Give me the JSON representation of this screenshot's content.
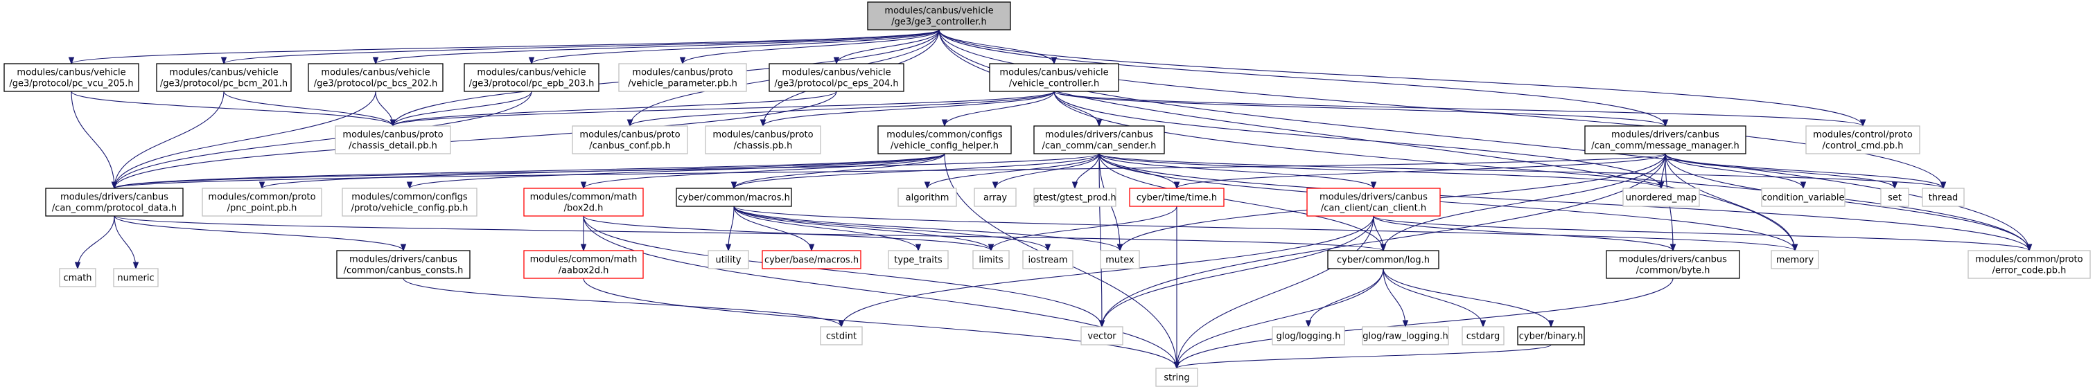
{
  "colors": {
    "edge": "#191970",
    "main_fill": "#bfbfbf",
    "documented_border": "#000000",
    "external_border": "#bfbfbf",
    "truncated_border": "#ff0000",
    "background": "#ffffff"
  },
  "nodes": [
    {
      "id": "ge3_controller",
      "type": "main",
      "lines": [
        "modules/canbus/vehicle",
        "/ge3/ge3_controller.h"
      ]
    },
    {
      "id": "pc_vcu_205",
      "type": "doc",
      "lines": [
        "modules/canbus/vehicle",
        "/ge3/protocol/pc_vcu_205.h"
      ]
    },
    {
      "id": "pc_bcm_201",
      "type": "doc",
      "lines": [
        "modules/canbus/vehicle",
        "/ge3/protocol/pc_bcm_201.h"
      ]
    },
    {
      "id": "pc_bcs_202",
      "type": "doc",
      "lines": [
        "modules/canbus/vehicle",
        "/ge3/protocol/pc_bcs_202.h"
      ]
    },
    {
      "id": "pc_epb_203",
      "type": "doc",
      "lines": [
        "modules/canbus/vehicle",
        "/ge3/protocol/pc_epb_203.h"
      ]
    },
    {
      "id": "vehicle_parameter",
      "type": "ext",
      "lines": [
        "modules/canbus/proto",
        "/vehicle_parameter.pb.h"
      ]
    },
    {
      "id": "pc_eps_204",
      "type": "doc",
      "lines": [
        "modules/canbus/vehicle",
        "/ge3/protocol/pc_eps_204.h"
      ]
    },
    {
      "id": "vehicle_controller",
      "type": "doc",
      "lines": [
        "modules/canbus/vehicle",
        "/vehicle_controller.h"
      ]
    },
    {
      "id": "control_cmd",
      "type": "ext",
      "lines": [
        "modules/control/proto",
        "/control_cmd.pb.h"
      ]
    },
    {
      "id": "chassis_detail",
      "type": "ext",
      "lines": [
        "modules/canbus/proto",
        "/chassis_detail.pb.h"
      ]
    },
    {
      "id": "canbus_conf",
      "type": "ext",
      "lines": [
        "modules/canbus/proto",
        "/canbus_conf.pb.h"
      ]
    },
    {
      "id": "chassis",
      "type": "ext",
      "lines": [
        "modules/canbus/proto",
        "/chassis.pb.h"
      ]
    },
    {
      "id": "vehicle_config_helper",
      "type": "doc",
      "lines": [
        "modules/common/configs",
        "/vehicle_config_helper.h"
      ]
    },
    {
      "id": "can_sender",
      "type": "doc",
      "lines": [
        "modules/drivers/canbus",
        "/can_comm/can_sender.h"
      ]
    },
    {
      "id": "message_manager",
      "type": "doc",
      "lines": [
        "modules/drivers/canbus",
        "/can_comm/message_manager.h"
      ]
    },
    {
      "id": "protocol_data",
      "type": "doc",
      "lines": [
        "modules/drivers/canbus",
        "/can_comm/protocol_data.h"
      ]
    },
    {
      "id": "pnc_point",
      "type": "ext",
      "lines": [
        "modules/common/proto",
        "/pnc_point.pb.h"
      ]
    },
    {
      "id": "vehicle_config",
      "type": "ext",
      "lines": [
        "modules/common/configs",
        "/proto/vehicle_config.pb.h"
      ]
    },
    {
      "id": "box2d",
      "type": "trunc",
      "lines": [
        "modules/common/math",
        "/box2d.h"
      ]
    },
    {
      "id": "cyber_macros",
      "type": "doc",
      "lines": [
        "cyber/common/macros.h"
      ]
    },
    {
      "id": "algorithm",
      "type": "ext",
      "lines": [
        "algorithm"
      ]
    },
    {
      "id": "array",
      "type": "ext",
      "lines": [
        "array"
      ]
    },
    {
      "id": "gtest_prod",
      "type": "ext",
      "lines": [
        "gtest/gtest_prod.h"
      ]
    },
    {
      "id": "cyber_time",
      "type": "trunc",
      "lines": [
        "cyber/time/time.h"
      ]
    },
    {
      "id": "can_client",
      "type": "trunc",
      "lines": [
        "modules/drivers/canbus",
        "/can_client/can_client.h"
      ]
    },
    {
      "id": "unordered_map",
      "type": "ext",
      "lines": [
        "unordered_map"
      ]
    },
    {
      "id": "condition_variable",
      "type": "ext",
      "lines": [
        "condition_variable"
      ]
    },
    {
      "id": "set",
      "type": "ext",
      "lines": [
        "set"
      ]
    },
    {
      "id": "thread",
      "type": "ext",
      "lines": [
        "thread"
      ]
    },
    {
      "id": "cmath",
      "type": "ext",
      "lines": [
        "cmath"
      ]
    },
    {
      "id": "numeric",
      "type": "ext",
      "lines": [
        "numeric"
      ]
    },
    {
      "id": "canbus_consts",
      "type": "doc",
      "lines": [
        "modules/drivers/canbus",
        "/common/canbus_consts.h"
      ]
    },
    {
      "id": "aabox2d",
      "type": "trunc",
      "lines": [
        "modules/common/math",
        "/aabox2d.h"
      ]
    },
    {
      "id": "utility",
      "type": "ext",
      "lines": [
        "utility"
      ]
    },
    {
      "id": "base_macros",
      "type": "trunc",
      "lines": [
        "cyber/base/macros.h"
      ]
    },
    {
      "id": "type_traits",
      "type": "ext",
      "lines": [
        "type_traits"
      ]
    },
    {
      "id": "limits",
      "type": "ext",
      "lines": [
        "limits"
      ]
    },
    {
      "id": "iostream",
      "type": "ext",
      "lines": [
        "iostream"
      ]
    },
    {
      "id": "mutex",
      "type": "ext",
      "lines": [
        "mutex"
      ]
    },
    {
      "id": "cyber_log",
      "type": "doc",
      "lines": [
        "cyber/common/log.h"
      ]
    },
    {
      "id": "byte",
      "type": "doc",
      "lines": [
        "modules/drivers/canbus",
        "/common/byte.h"
      ]
    },
    {
      "id": "memory",
      "type": "ext",
      "lines": [
        "memory"
      ]
    },
    {
      "id": "error_code",
      "type": "ext",
      "lines": [
        "modules/common/proto",
        "/error_code.pb.h"
      ]
    },
    {
      "id": "cstdint",
      "type": "ext",
      "lines": [
        "cstdint"
      ]
    },
    {
      "id": "vector",
      "type": "ext",
      "lines": [
        "vector"
      ]
    },
    {
      "id": "glog_logging",
      "type": "ext",
      "lines": [
        "glog/logging.h"
      ]
    },
    {
      "id": "glog_raw_logging",
      "type": "ext",
      "lines": [
        "glog/raw_logging.h"
      ]
    },
    {
      "id": "cstdarg",
      "type": "ext",
      "lines": [
        "cstdarg"
      ]
    },
    {
      "id": "cyber_binary",
      "type": "doc",
      "lines": [
        "cyber/binary.h"
      ]
    },
    {
      "id": "string",
      "type": "ext",
      "lines": [
        "string"
      ]
    }
  ],
  "edges": [
    [
      "ge3_controller",
      "pc_vcu_205"
    ],
    [
      "ge3_controller",
      "pc_bcm_201"
    ],
    [
      "ge3_controller",
      "pc_bcs_202"
    ],
    [
      "ge3_controller",
      "pc_epb_203"
    ],
    [
      "ge3_controller",
      "vehicle_parameter"
    ],
    [
      "ge3_controller",
      "pc_eps_204"
    ],
    [
      "ge3_controller",
      "vehicle_controller"
    ],
    [
      "ge3_controller",
      "control_cmd"
    ],
    [
      "ge3_controller",
      "chassis_detail"
    ],
    [
      "ge3_controller",
      "canbus_conf"
    ],
    [
      "ge3_controller",
      "chassis"
    ],
    [
      "ge3_controller",
      "message_manager"
    ],
    [
      "ge3_controller",
      "thread"
    ],
    [
      "ge3_controller",
      "memory"
    ],
    [
      "ge3_controller",
      "error_code"
    ],
    [
      "pc_vcu_205",
      "chassis_detail"
    ],
    [
      "pc_vcu_205",
      "protocol_data"
    ],
    [
      "pc_bcm_201",
      "chassis_detail"
    ],
    [
      "pc_bcm_201",
      "protocol_data"
    ],
    [
      "pc_bcs_202",
      "chassis_detail"
    ],
    [
      "pc_bcs_202",
      "protocol_data"
    ],
    [
      "pc_epb_203",
      "chassis_detail"
    ],
    [
      "pc_epb_203",
      "protocol_data"
    ],
    [
      "pc_eps_204",
      "chassis_detail"
    ],
    [
      "pc_eps_204",
      "protocol_data"
    ],
    [
      "vehicle_controller",
      "chassis_detail"
    ],
    [
      "vehicle_controller",
      "canbus_conf"
    ],
    [
      "vehicle_controller",
      "chassis"
    ],
    [
      "vehicle_controller",
      "control_cmd"
    ],
    [
      "vehicle_controller",
      "vehicle_config_helper"
    ],
    [
      "vehicle_controller",
      "can_sender"
    ],
    [
      "vehicle_controller",
      "message_manager"
    ],
    [
      "vehicle_controller",
      "unordered_map"
    ],
    [
      "vehicle_controller",
      "error_code"
    ],
    [
      "vehicle_config_helper",
      "vehicle_config"
    ],
    [
      "vehicle_config_helper",
      "box2d"
    ],
    [
      "vehicle_config_helper",
      "cyber_macros"
    ],
    [
      "vehicle_config_helper",
      "pnc_point"
    ],
    [
      "vehicle_config_helper",
      "protocol_data"
    ],
    [
      "vehicle_config_helper",
      "string"
    ],
    [
      "can_sender",
      "protocol_data"
    ],
    [
      "can_sender",
      "algorithm"
    ],
    [
      "can_sender",
      "array"
    ],
    [
      "can_sender",
      "gtest_prod"
    ],
    [
      "can_sender",
      "cyber_time"
    ],
    [
      "can_sender",
      "can_client"
    ],
    [
      "can_sender",
      "unordered_map"
    ],
    [
      "can_sender",
      "cyber_macros"
    ],
    [
      "can_sender",
      "cyber_log"
    ],
    [
      "can_sender",
      "mutex"
    ],
    [
      "can_sender",
      "memory"
    ],
    [
      "can_sender",
      "vector"
    ],
    [
      "can_sender",
      "thread"
    ],
    [
      "can_sender",
      "error_code"
    ],
    [
      "message_manager",
      "protocol_data"
    ],
    [
      "message_manager",
      "cyber_time"
    ],
    [
      "message_manager",
      "unordered_map"
    ],
    [
      "message_manager",
      "condition_variable"
    ],
    [
      "message_manager",
      "set"
    ],
    [
      "message_manager",
      "thread"
    ],
    [
      "message_manager",
      "cyber_log"
    ],
    [
      "message_manager",
      "byte"
    ],
    [
      "message_manager",
      "memory"
    ],
    [
      "message_manager",
      "mutex"
    ],
    [
      "message_manager",
      "vector"
    ],
    [
      "message_manager",
      "error_code"
    ],
    [
      "protocol_data",
      "cmath"
    ],
    [
      "protocol_data",
      "numeric"
    ],
    [
      "protocol_data",
      "canbus_consts"
    ],
    [
      "protocol_data",
      "cyber_log"
    ],
    [
      "box2d",
      "aabox2d"
    ],
    [
      "box2d",
      "string"
    ],
    [
      "box2d",
      "vector"
    ],
    [
      "box2d",
      "limits"
    ],
    [
      "aabox2d",
      "string"
    ],
    [
      "cyber_macros",
      "utility"
    ],
    [
      "cyber_macros",
      "base_macros"
    ],
    [
      "cyber_macros",
      "type_traits"
    ],
    [
      "cyber_macros",
      "limits"
    ],
    [
      "cyber_macros",
      "iostream"
    ],
    [
      "cyber_macros",
      "mutex"
    ],
    [
      "cyber_macros",
      "memory"
    ],
    [
      "cyber_time",
      "limits"
    ],
    [
      "cyber_time",
      "string"
    ],
    [
      "can_client",
      "cyber_log"
    ],
    [
      "can_client",
      "byte"
    ],
    [
      "can_client",
      "string"
    ],
    [
      "can_client",
      "vector"
    ],
    [
      "can_client",
      "error_code"
    ],
    [
      "can_client",
      "cstdint"
    ],
    [
      "canbus_consts",
      "cstdint"
    ],
    [
      "cyber_log",
      "glog_logging"
    ],
    [
      "cyber_log",
      "glog_raw_logging"
    ],
    [
      "cyber_log",
      "cstdarg"
    ],
    [
      "cyber_log",
      "cyber_binary"
    ],
    [
      "cyber_log",
      "string"
    ],
    [
      "byte",
      "string"
    ],
    [
      "cyber_binary",
      "string"
    ]
  ]
}
